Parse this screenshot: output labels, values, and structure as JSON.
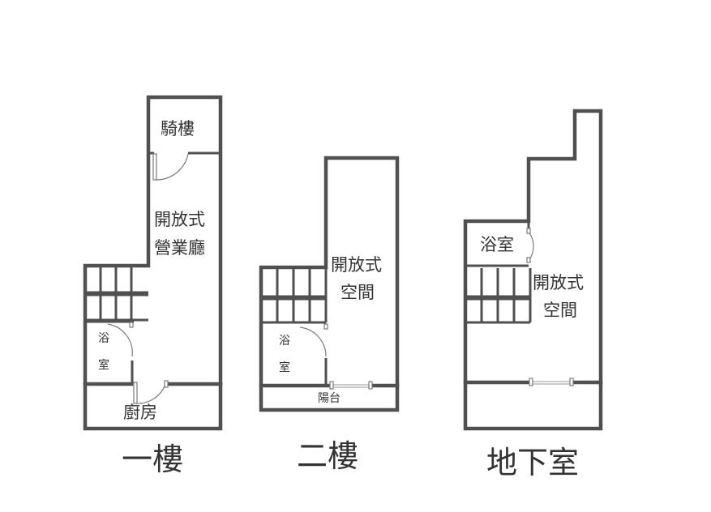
{
  "floors": [
    {
      "title": "一樓",
      "rooms": {
        "arcade": "騎樓",
        "hall_line1": "開放式",
        "hall_line2": "營業廳",
        "bath_line1": "浴",
        "bath_line2": "室",
        "kitchen": "廚房"
      }
    },
    {
      "title": "二樓",
      "rooms": {
        "open_line1": "開放式",
        "open_line2": "空間",
        "bath_line1": "浴",
        "bath_line2": "室",
        "balcony": "陽台"
      }
    },
    {
      "title": "地下室",
      "rooms": {
        "bath": "浴室",
        "open_line1": "開放式",
        "open_line2": "空間"
      }
    }
  ],
  "colors": {
    "wall": "#505050",
    "text": "#333333",
    "background": "#ffffff"
  }
}
